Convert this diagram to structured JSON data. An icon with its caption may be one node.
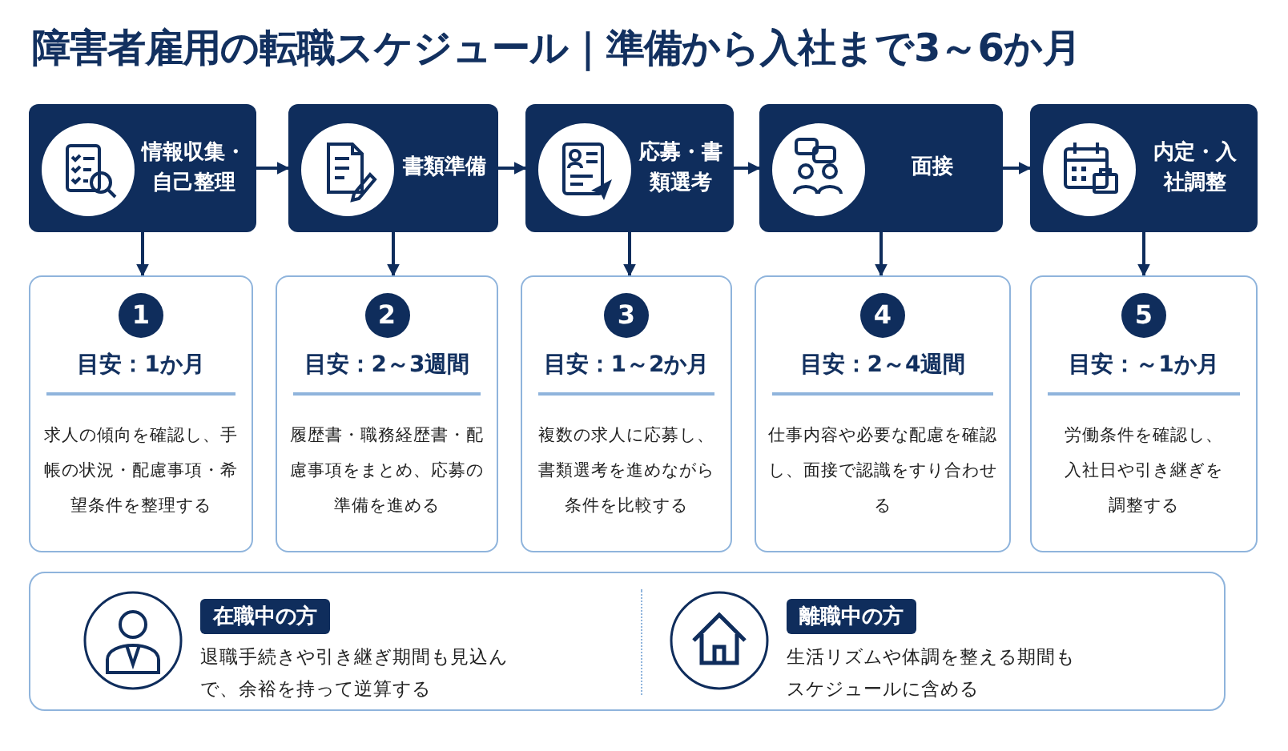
{
  "diagram": {
    "title": "障害者雇用の転職スケジュール｜準備から入社まで3～6か月",
    "nodes": [
      {
        "text": [
          "情報収集・自己整理"
        ]
      },
      {
        "text": [
          "書類準備"
        ]
      },
      {
        "text": [
          "応募・書類選考"
        ]
      },
      {
        "text": [
          "面接"
        ]
      },
      {
        "text": [
          "内定・入社調整"
        ]
      },
      {
        "text": [
          "1",
          "目安：1か月",
          "求人の傾向を確認し、手帳の状況・配慮事項・希望条件を整理する"
        ]
      },
      {
        "text": [
          "2",
          "目安：2～3週間",
          "履歴書・職務経歴書・配慮事項をまとめ、応募の準備を進める"
        ]
      },
      {
        "text": [
          "3",
          "目安：1～2か月",
          "複数の求人に応募し、書類選考を進めながら条件を比較する"
        ]
      },
      {
        "text": [
          "4",
          "目安：2～4週間",
          "仕事内容や必要な配慮を確認し、面接で認識をすり合わせる"
        ]
      },
      {
        "text": [
          "5",
          "目安：～1か月",
          "労働条件を確認し、入社日や引き継ぎを調整する"
        ]
      },
      {
        "text": [],
        "shape": "box"
      },
      {
        "text": [
          "在職中の方",
          "退職手続きや引き継ぎ期間も見込んで、余裕を持って逆算する"
        ],
        "in": 10
      },
      {
        "text": [
          "離職中の方",
          "生活リズムや体調を整える期間もスケジュールに含める"
        ],
        "in": 10
      }
    ],
    "edges": [
      {
        "from": 0,
        "to": 1,
        "arrow": "to"
      },
      {
        "from": 1,
        "to": 2,
        "arrow": "to"
      },
      {
        "from": 2,
        "to": 3,
        "arrow": "to"
      },
      {
        "from": 3,
        "to": 4,
        "arrow": "to"
      },
      {
        "from": 0,
        "to": 5,
        "arrow": "to"
      },
      {
        "from": 1,
        "to": 6,
        "arrow": "to"
      },
      {
        "from": 2,
        "to": 7,
        "arrow": "to"
      },
      {
        "from": 3,
        "to": 8,
        "arrow": "to"
      },
      {
        "from": 4,
        "to": 9,
        "arrow": "to"
      }
    ]
  }
}
